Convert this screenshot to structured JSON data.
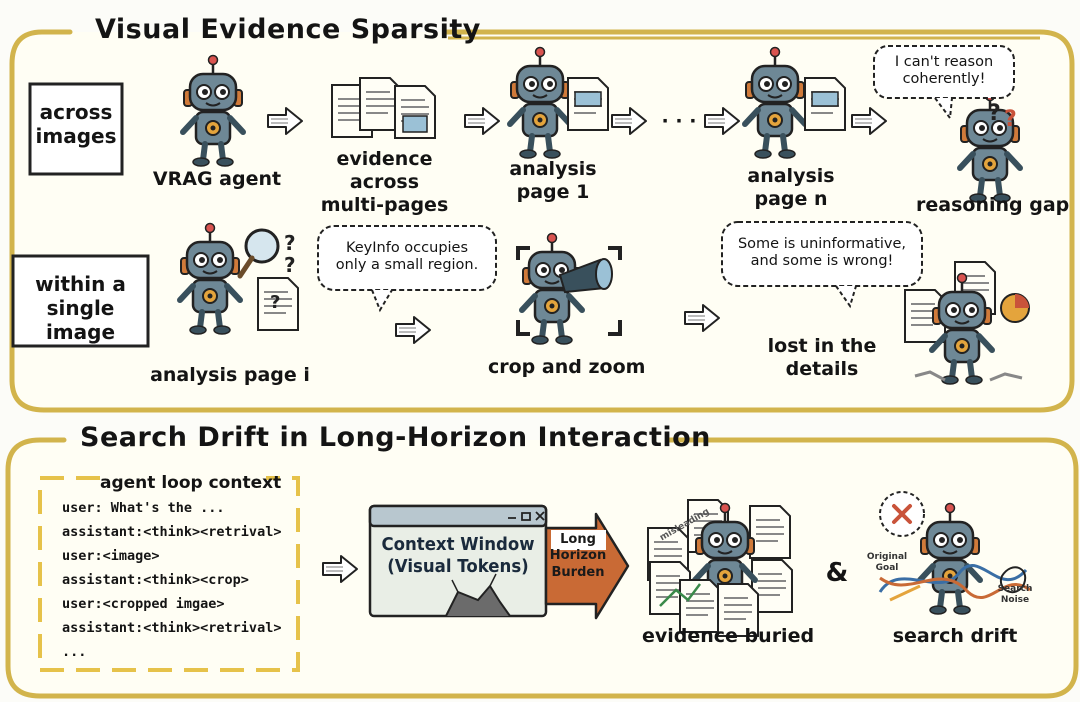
{
  "section1": {
    "title": "Visual Evidence Sparsity",
    "row1_box": "across\nimages",
    "row2_box": "within a\nsingle image",
    "vrag_agent": "VRAG agent",
    "evidence": "evidence across\nmulti-pages",
    "analysis1": "analysis\npage 1",
    "ellipsis": "· · ·",
    "analysisn": "analysis\npage n",
    "reasoning_gap": "reasoning gap",
    "bubble_reason": "I can't reason\ncoherently!",
    "analysis_i": "analysis page i",
    "bubble_keyinfo": "KeyInfo  occupies\nonly a small region.",
    "crop_zoom": "crop and zoom",
    "bubble_uninf": "Some is uninformative,\nand some is wrong!",
    "lost": "lost in the\ndetails"
  },
  "section2": {
    "title": "Search Drift in Long-Horizon Interaction",
    "context_title": "agent loop context",
    "context_lines": [
      "user: What's the ...",
      "assistant:<think><retrival>",
      "user:<image>",
      "assistant:<think><crop>",
      "user:<cropped imgae>",
      "assistant:<think><retrival>",
      "..."
    ],
    "window_text": "Context Window\n(Visual Tokens)",
    "arrow_text": "Long\nHorizon\nBurden",
    "evidence_buried": "evidence buried",
    "amp": "&",
    "search_drift": "search drift",
    "original_goal": "Original\nGoal",
    "search_noise": "Search\nNoise",
    "misleading": "misleading"
  },
  "colors": {
    "frame": "#d2b44c",
    "robot_body": "#6e8896",
    "robot_dark": "#39505c",
    "accent": "#e4a43c",
    "arrow_orange": "#c96a35"
  }
}
